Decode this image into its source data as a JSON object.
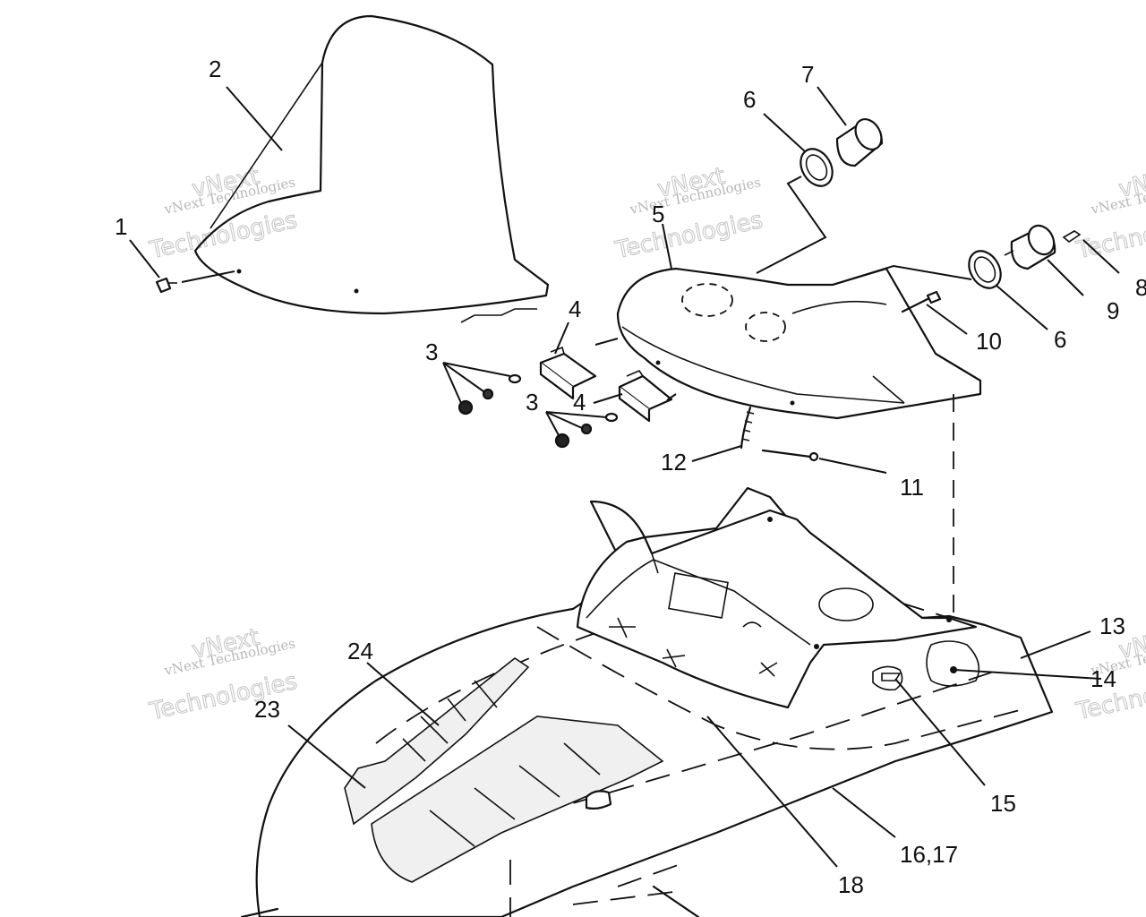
{
  "callouts": [
    {
      "id": "c1",
      "text": "1"
    },
    {
      "id": "c2",
      "text": "2"
    },
    {
      "id": "c3a",
      "text": "3"
    },
    {
      "id": "c3b",
      "text": "3"
    },
    {
      "id": "c4a",
      "text": "4"
    },
    {
      "id": "c4b",
      "text": "4"
    },
    {
      "id": "c5",
      "text": "5"
    },
    {
      "id": "c6a",
      "text": "6"
    },
    {
      "id": "c6b",
      "text": "6"
    },
    {
      "id": "c7",
      "text": "7"
    },
    {
      "id": "c8",
      "text": "8"
    },
    {
      "id": "c9",
      "text": "9"
    },
    {
      "id": "c10",
      "text": "10"
    },
    {
      "id": "c11",
      "text": "11"
    },
    {
      "id": "c12",
      "text": "12"
    },
    {
      "id": "c13",
      "text": "13"
    },
    {
      "id": "c14",
      "text": "14"
    },
    {
      "id": "c15",
      "text": "15"
    },
    {
      "id": "c1617",
      "text": "16,17"
    },
    {
      "id": "c18",
      "text": "18"
    },
    {
      "id": "c23",
      "text": "23"
    },
    {
      "id": "c24",
      "text": "24"
    }
  ],
  "watermark": {
    "line1": "vNext Technologies",
    "line2": "vNext",
    "line3": "Technologies"
  },
  "colors": {
    "ink": "#111111",
    "watermark": "#bbbbbb",
    "background": "#ffffff"
  }
}
